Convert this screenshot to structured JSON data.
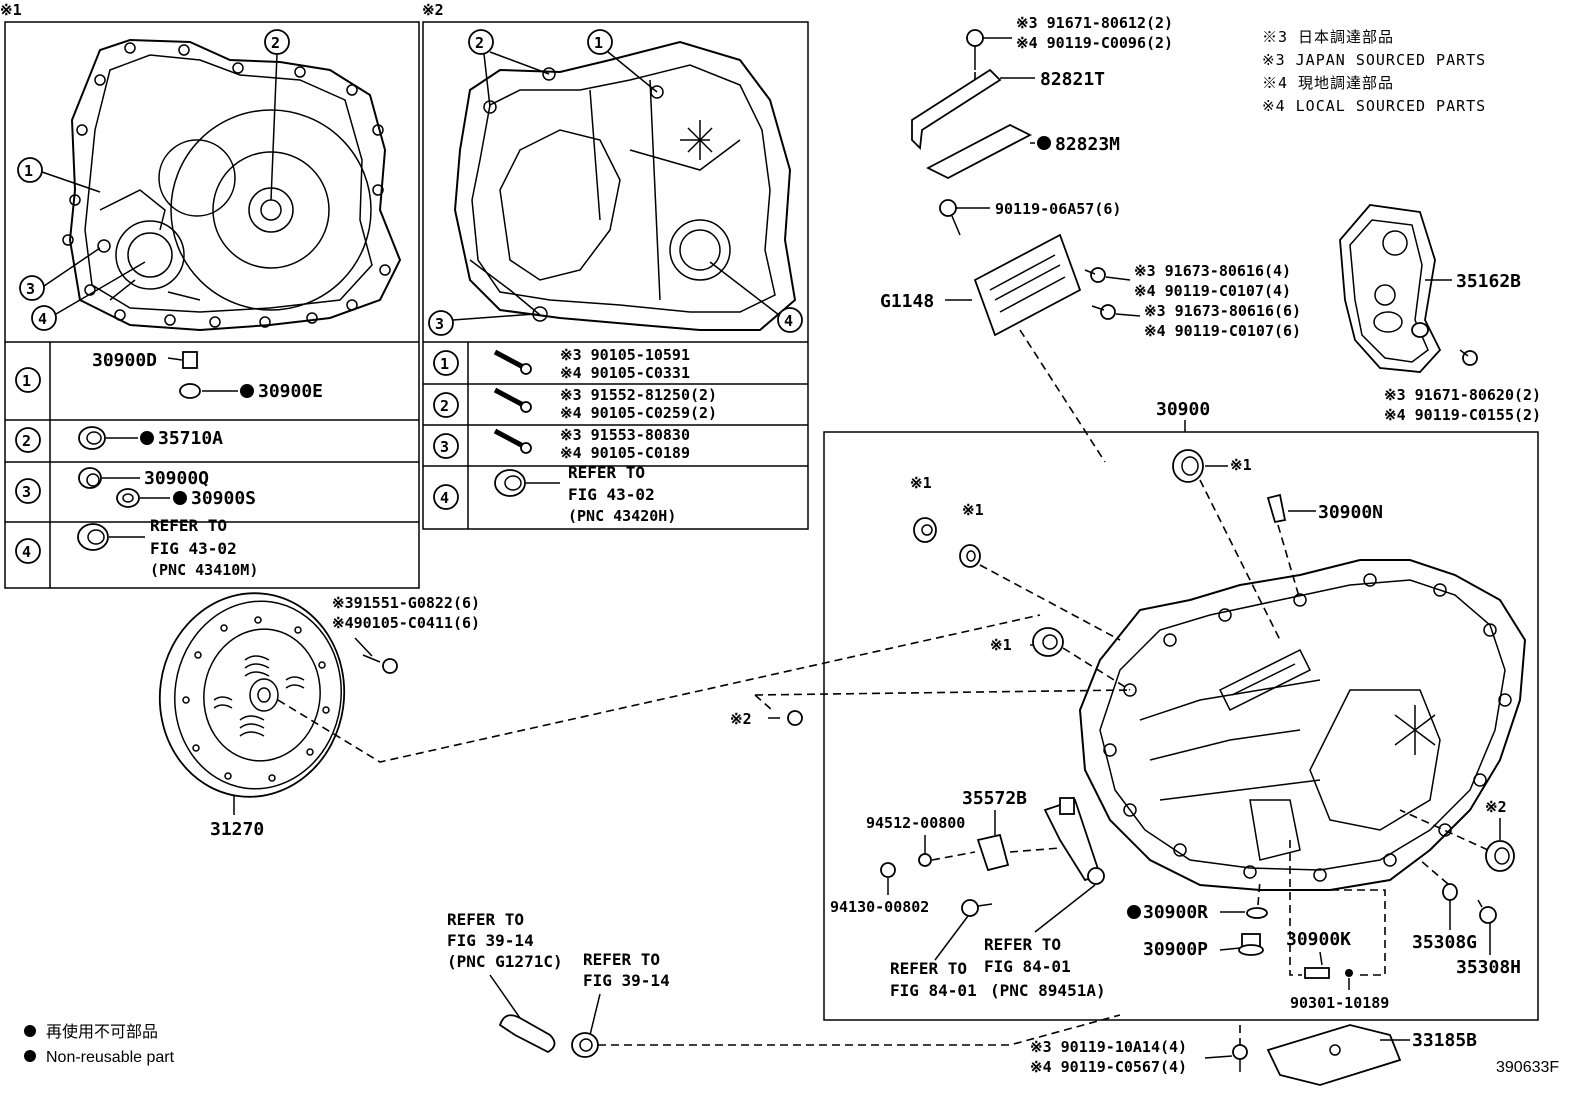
{
  "figure_number": "390633F",
  "notes": [
    "※3 日本調達部品",
    "※3 JAPAN SOURCED PARTS",
    "※4 現地調達部品",
    "※4 LOCAL SOURCED PARTS"
  ],
  "legend": [
    "再使用不可部品",
    "Non-reusable part"
  ],
  "inset1": {
    "marker": "※1",
    "callouts": [
      "1",
      "2",
      "3",
      "4"
    ],
    "rows": [
      {
        "index": "1",
        "parts": [
          "30900D",
          "30900E"
        ]
      },
      {
        "index": "2",
        "parts": [
          "35710A"
        ]
      },
      {
        "index": "3",
        "parts": [
          "30900Q",
          "30900S"
        ]
      },
      {
        "index": "4",
        "refer": [
          "REFER TO",
          "FIG 43-02",
          "(PNC 43410M)"
        ]
      }
    ]
  },
  "inset2": {
    "marker": "※2",
    "callouts": [
      "1",
      "2",
      "3",
      "4"
    ],
    "rows": [
      {
        "index": "1",
        "parts": [
          "※3 90105-10591",
          "※4 90105-C0331"
        ]
      },
      {
        "index": "2",
        "parts": [
          "※3 91552-81250(2)",
          "※4 90105-C0259(2)"
        ]
      },
      {
        "index": "3",
        "parts": [
          "※3 91553-80830",
          "※4 90105-C0189"
        ]
      },
      {
        "index": "4",
        "refer": [
          "REFER TO",
          "FIG 43-02",
          "(PNC 43420H)"
        ]
      }
    ]
  },
  "top_parts": {
    "bolt_a": [
      "※3 91671-80612(2)",
      "※4 90119-C0096(2)"
    ],
    "bracket": "82821T",
    "plate": "82823M",
    "bolt_b": "90119-06A57(6)",
    "module": "G1148",
    "bolt_c": [
      "※3 91673-80616(4)",
      "※4 90119-C0107(4)"
    ],
    "bolt_d": [
      "※3 91673-80616(6)",
      "※4 90119-C0107(6)"
    ]
  },
  "cover": {
    "part": "35162B",
    "bolt": [
      "※3 91671-80620(2)",
      "※4 90119-C0155(2)"
    ]
  },
  "main": {
    "assembly": "30900",
    "markers": {
      "m1": "※1",
      "m2": "※2"
    },
    "sensor": "30900N",
    "gasket": "35308G",
    "plug_bolt": "35308H",
    "gasket_r": "30900R",
    "drain_plug": "30900P",
    "switch": "30900K",
    "o_ring": "90301-10189",
    "bracket": "35572B",
    "washer": "94512-00800",
    "nut": "94130-00802",
    "refer_a": [
      "REFER TO",
      "FIG 84-01"
    ],
    "refer_b": [
      "REFER TO",
      "FIG 84-01",
      "(PNC 89451A)"
    ]
  },
  "clutch": {
    "part": "31270",
    "bolt": [
      "※391551-G0822(6)",
      "※490105-C0411(6)"
    ]
  },
  "hose": {
    "refer_a": [
      "REFER TO",
      "FIG 39-14",
      "(PNC G1271C)"
    ],
    "refer_b": [
      "REFER TO",
      "FIG 39-14"
    ]
  },
  "support": {
    "part": "33185B",
    "bolt": [
      "※3 90119-10A14(4)",
      "※4 90119-C0567(4)"
    ]
  }
}
